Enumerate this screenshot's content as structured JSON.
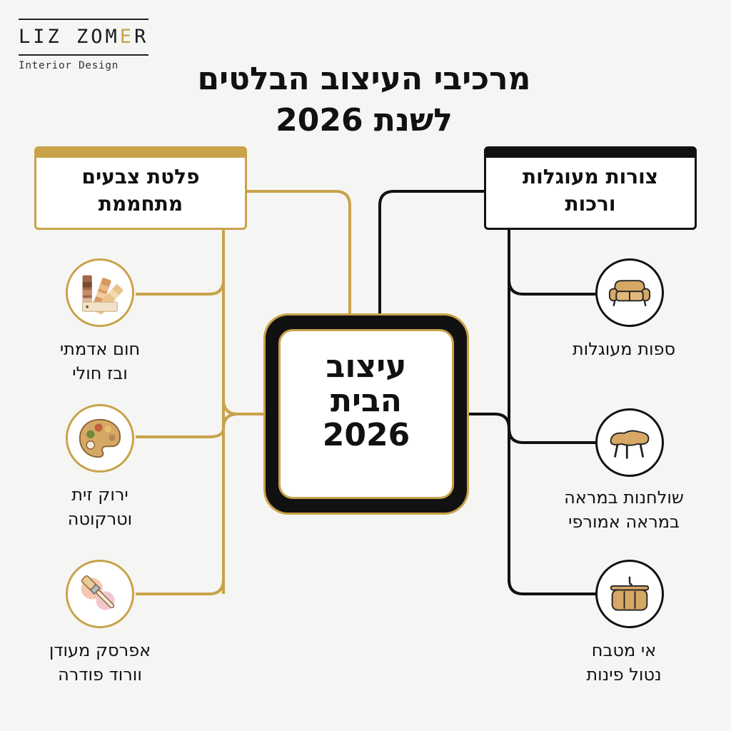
{
  "logo": {
    "name_before": "LIZ ZOM",
    "name_accent": "E",
    "name_after": "R",
    "subtitle": "Interior Design"
  },
  "title": {
    "line1": "מרכיבי העיצוב הבלטים",
    "line2": "לשנת 2026"
  },
  "center": {
    "line1": "עיצוב",
    "line2": "הבית",
    "line3": "2026"
  },
  "left_category": {
    "line1": "פלטת צבעים",
    "line2": "מתחממת",
    "items": [
      {
        "line1": "חום אדמתי",
        "line2": "ובז חולי",
        "icon": "color-swatches-icon"
      },
      {
        "line1": "ירוק זית",
        "line2": "וטרקוטה",
        "icon": "paint-palette-icon"
      },
      {
        "line1": "אפרסק מעודן",
        "line2": "וורוד פודרה",
        "icon": "paint-brush-icon"
      }
    ]
  },
  "right_category": {
    "line1": "צורות מעוגלות",
    "line2": "ורכות",
    "items": [
      {
        "line1": "ספות מעוגלות",
        "line2": "",
        "icon": "sofa-icon"
      },
      {
        "line1": "שולחנות במראה",
        "line2": "במראה אמורפי",
        "icon": "table-icon"
      },
      {
        "line1": "אי מטבח",
        "line2": "נטול פינות",
        "icon": "kitchen-island-icon"
      }
    ]
  },
  "colors": {
    "gold": "#c9a24a",
    "black": "#111111",
    "background": "#f5f5f3"
  }
}
